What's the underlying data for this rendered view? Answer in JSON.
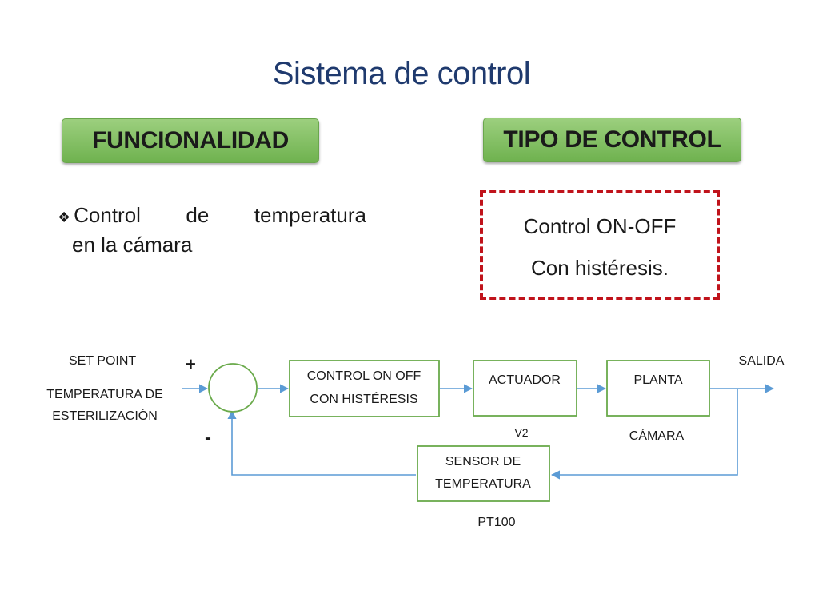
{
  "slide": {
    "title": "Sistema de control",
    "tag_functionality": "FUNCIONALIDAD",
    "tag_control_type": "TIPO DE CONTROL",
    "bullet_icon": "diamond-bullet-icon",
    "bullet_line1_words": [
      "Control",
      "de",
      "temperatura"
    ],
    "bullet_line2": "en la cámara",
    "control_type_line1": "Control ON-OFF",
    "control_type_line2": "Con histéresis."
  },
  "diagram": {
    "set_point": "SET POINT",
    "setpoint_desc_line1": "TEMPERATURA DE",
    "setpoint_desc_line2": "ESTERILIZACIÓN",
    "plus_sign": "+",
    "minus_sign": "-",
    "controller_line1": "CONTROL ON OFF",
    "controller_line2": "CON HISTÉRESIS",
    "actuator": "ACTUADOR",
    "actuator_sub": "V2",
    "plant": "PLANTA",
    "plant_sub": "CÁMARA",
    "output": "SALIDA",
    "sensor_line1": "SENSOR DE",
    "sensor_line2": "TEMPERATURA",
    "sensor_sub": "PT100"
  },
  "colors": {
    "title": "#1f3a6e",
    "tag_fill": "#7dbb5c",
    "dashed_border": "#c0131b",
    "block_border": "#6aaa4b",
    "arrow": "#5b9bd5"
  }
}
